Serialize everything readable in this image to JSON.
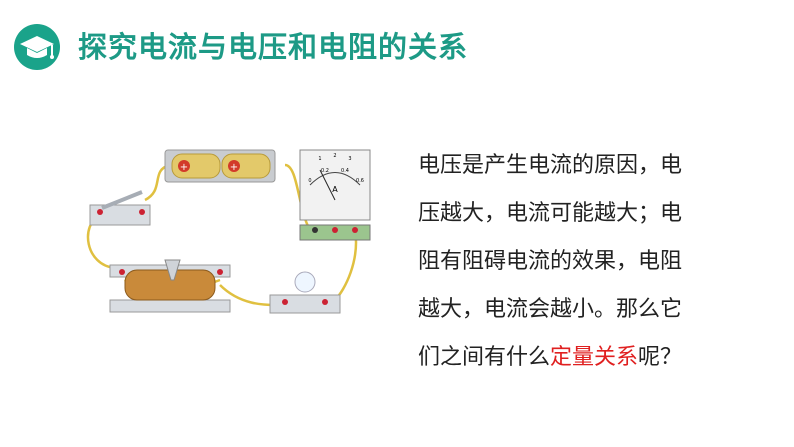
{
  "header": {
    "title": "探究电流与电压和电阻的关系",
    "icon": "graduation-cap-icon",
    "accent_color": "#1aa38a"
  },
  "body": {
    "lines": [
      "电压是产生电流的原因，电",
      "压越大，电流可能越大；电",
      "阻有阻碍电流的效果，电阻",
      "越大，电流会越小。那么它"
    ],
    "last_line_before": "们之间有什么",
    "highlight": "定量关系",
    "last_line_after": "呢？",
    "highlight_color": "#e02020"
  },
  "illustration": {
    "ammeter_scale": [
      "0",
      "0.2",
      "0.4",
      "0.6"
    ],
    "ammeter_top_scale": [
      "1",
      "2",
      "3"
    ],
    "ammeter_unit": "A"
  }
}
